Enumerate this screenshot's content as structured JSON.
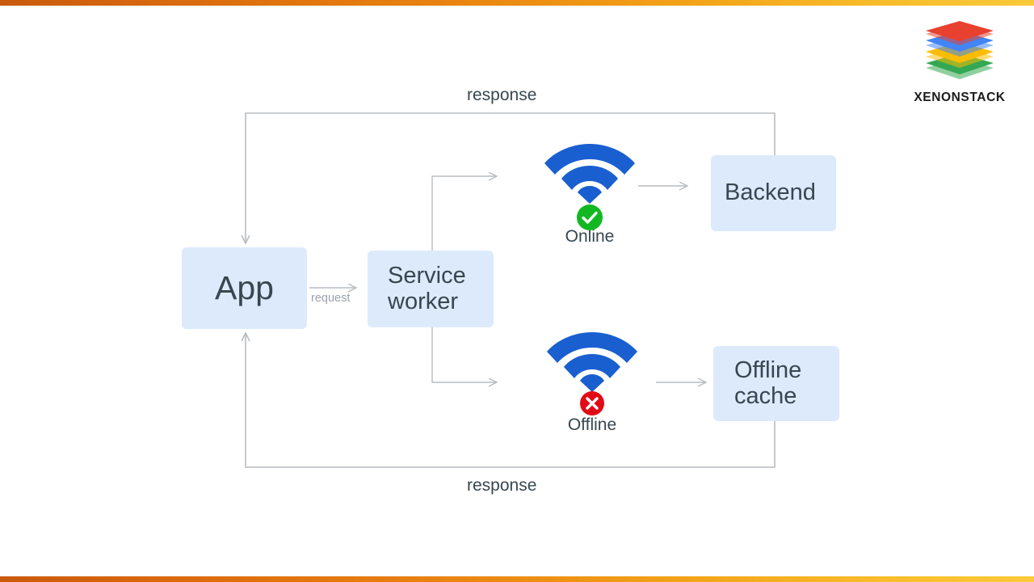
{
  "page": {
    "title": "Service worker online / offline request flow",
    "background": "#ffffff",
    "accent_gradient_from": "#c85a0c",
    "accent_gradient_to": "#fbc93a"
  },
  "brand": {
    "name": "XENONSTACK",
    "logo_icon": "stacked-layers-icon",
    "layer_colors": [
      "#e8412f",
      "#4285f4",
      "#fbbc04",
      "#34a853"
    ]
  },
  "diagram": {
    "type": "flow-diagram",
    "node_fill": "#dceafc",
    "node_text_color": "#37474f",
    "wire_color": "#b7bcc2",
    "nodes": [
      {
        "id": "app",
        "label": "App",
        "name": "node-app"
      },
      {
        "id": "sw",
        "label": "Service\nworker",
        "line1": "Service",
        "line2": "worker",
        "name": "node-service-worker"
      },
      {
        "id": "backend",
        "label": "Backend",
        "name": "node-backend"
      },
      {
        "id": "cache",
        "label": "Offline\ncache",
        "line1": "Offline",
        "line2": "cache",
        "name": "node-offline-cache"
      }
    ],
    "edge_labels": {
      "request": "request",
      "response_top": "response",
      "response_bottom": "response"
    },
    "statuses": [
      {
        "id": "online",
        "label": "Online",
        "icon": "wifi-icon",
        "badge_icon": "check-circle-icon",
        "badge_color": "#12b822",
        "wifi_color": "#1a5fd0"
      },
      {
        "id": "offline",
        "label": "Offline",
        "icon": "wifi-icon",
        "badge_icon": "x-circle-icon",
        "badge_color": "#e00b16",
        "wifi_color": "#1a5fd0"
      }
    ]
  }
}
